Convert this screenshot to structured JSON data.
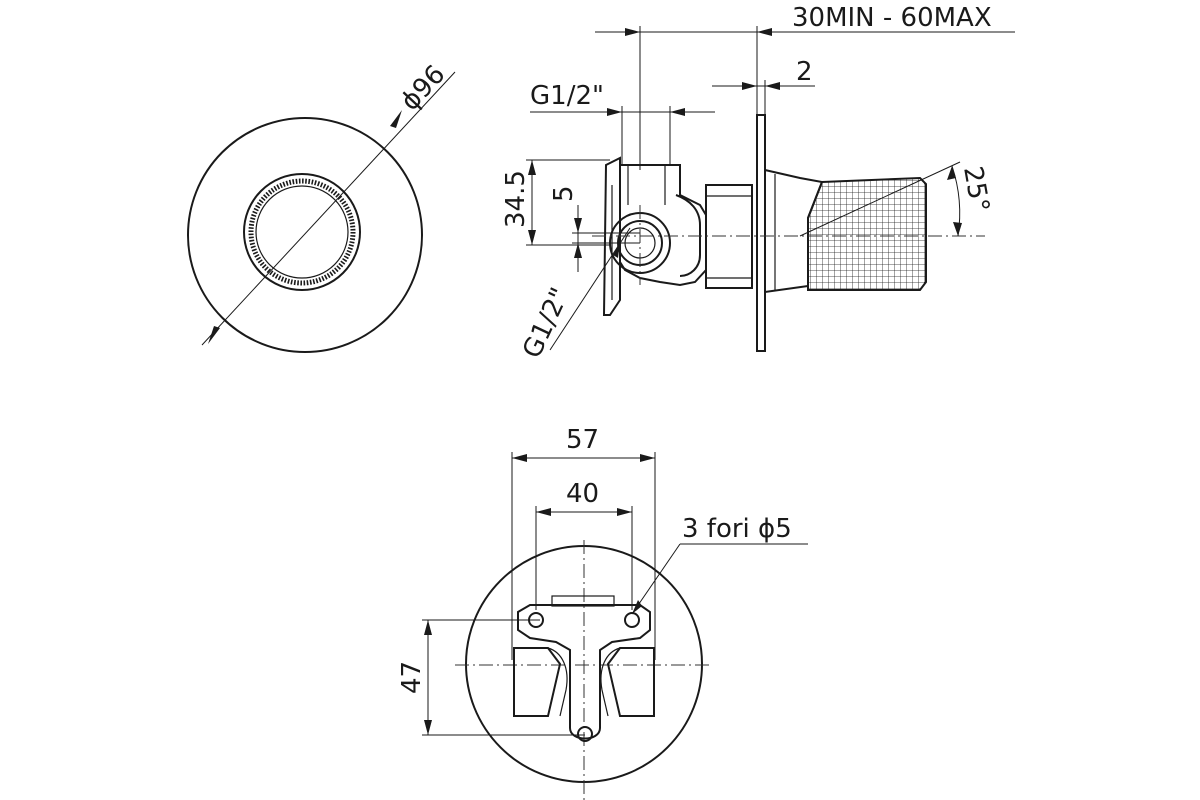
{
  "dimensions": {
    "diameter_96": "ϕ96",
    "depth_range": "30MIN - 60MAX",
    "plate_thickness": "2",
    "inlet_top": "G1/2\"",
    "inlet_side": "G1/2\"",
    "height_34_5": "34.5",
    "offset_5": "5",
    "angle": "25°",
    "width_57": "57",
    "width_40": "40",
    "height_47": "47",
    "holes_note": "3 fori ϕ5"
  },
  "colors": {
    "line": "#1a1a1a",
    "background": "#ffffff"
  }
}
